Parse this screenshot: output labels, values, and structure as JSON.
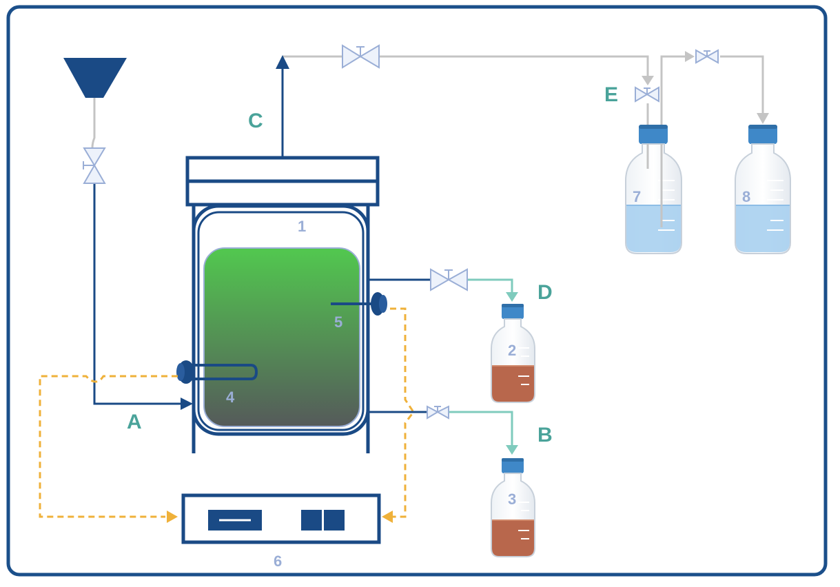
{
  "colors": {
    "frame": "#1b4f8a",
    "navy": "#1a4a85",
    "teal": "#4aa39a",
    "arrow_teal": "#7fcbbd",
    "gray_pipe": "#c4c4c4",
    "orange_signal": "#efb13a",
    "number_label": "#9aaed6",
    "valve_fill": "#edf2fb",
    "valve_stroke": "#9aaed6",
    "culture_top": "#52c84f",
    "culture_bottom": "#555a5a",
    "liquid_blue": "#a9d0f0",
    "liquid_brown": "#b8674c",
    "cap_blue": "#3f88c8"
  },
  "labels": {
    "letters": {
      "A": "A",
      "B": "B",
      "C": "C",
      "D": "D",
      "E": "E"
    },
    "numbers": {
      "n1": "1",
      "n2": "2",
      "n3": "3",
      "n4": "4",
      "n5": "5",
      "n6": "6",
      "n7": "7",
      "n8": "8"
    }
  },
  "icons": {
    "feed_funnel": "funnel-icon",
    "valve": "valve-icon",
    "bottle": "bottle-icon",
    "controller": "controller-icon",
    "heater": "heater-icon",
    "probe": "probe-icon"
  }
}
